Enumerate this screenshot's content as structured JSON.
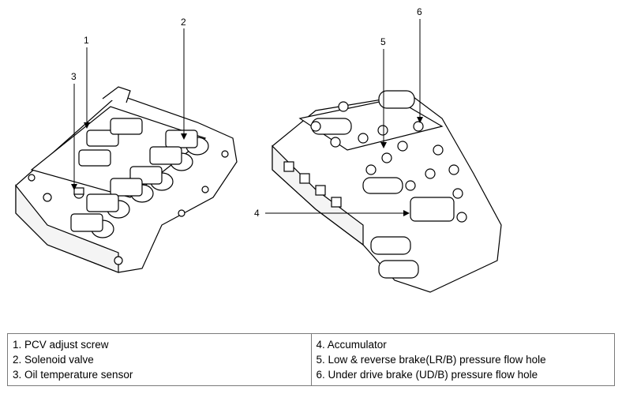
{
  "callouts": {
    "c1": "1",
    "c2": "2",
    "c3": "3",
    "c4": "4",
    "c5": "5",
    "c6": "6"
  },
  "legend": {
    "left": [
      "1. PCV adjust screw",
      "2. Solenoid valve",
      "3. Oil temperature sensor"
    ],
    "right": [
      "4. Accumulator",
      "5. Low & reverse brake(LR/B) pressure flow hole",
      "6. Under drive brake (UD/B) pressure flow hole"
    ]
  },
  "colors": {
    "line": "#000000",
    "body": "#ffffff",
    "border": "#7a7a7a"
  }
}
